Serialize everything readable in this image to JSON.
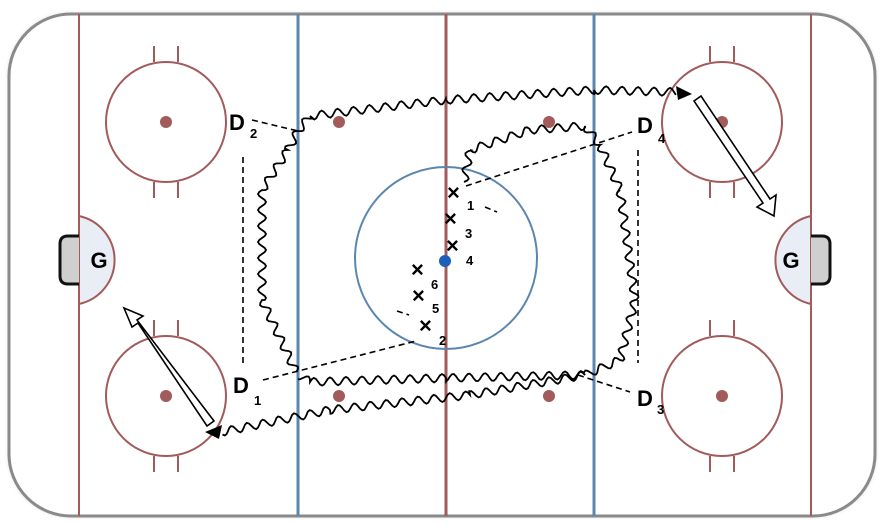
{
  "rink": {
    "board_color": "#888888",
    "red_line_color": "#a25a5a",
    "blue_line_color": "#5b86b0",
    "crease_color": "#e9eef6",
    "puck_color": "#1b5fb8"
  },
  "goalies": [
    {
      "label": "G"
    },
    {
      "label": "G"
    }
  ],
  "defense": [
    {
      "letter": "D",
      "sub": "2"
    },
    {
      "letter": "D",
      "sub": "1"
    },
    {
      "letter": "D",
      "sub": "4"
    },
    {
      "letter": "D",
      "sub": "3"
    }
  ],
  "players": [
    {
      "mark": "×",
      "number": "1"
    },
    {
      "mark": "×",
      "number": "3"
    },
    {
      "mark": "×",
      "number": "4"
    },
    {
      "mark": "×",
      "number": "6"
    },
    {
      "mark": "×",
      "number": "5"
    },
    {
      "mark": "×",
      "number": "2"
    }
  ]
}
